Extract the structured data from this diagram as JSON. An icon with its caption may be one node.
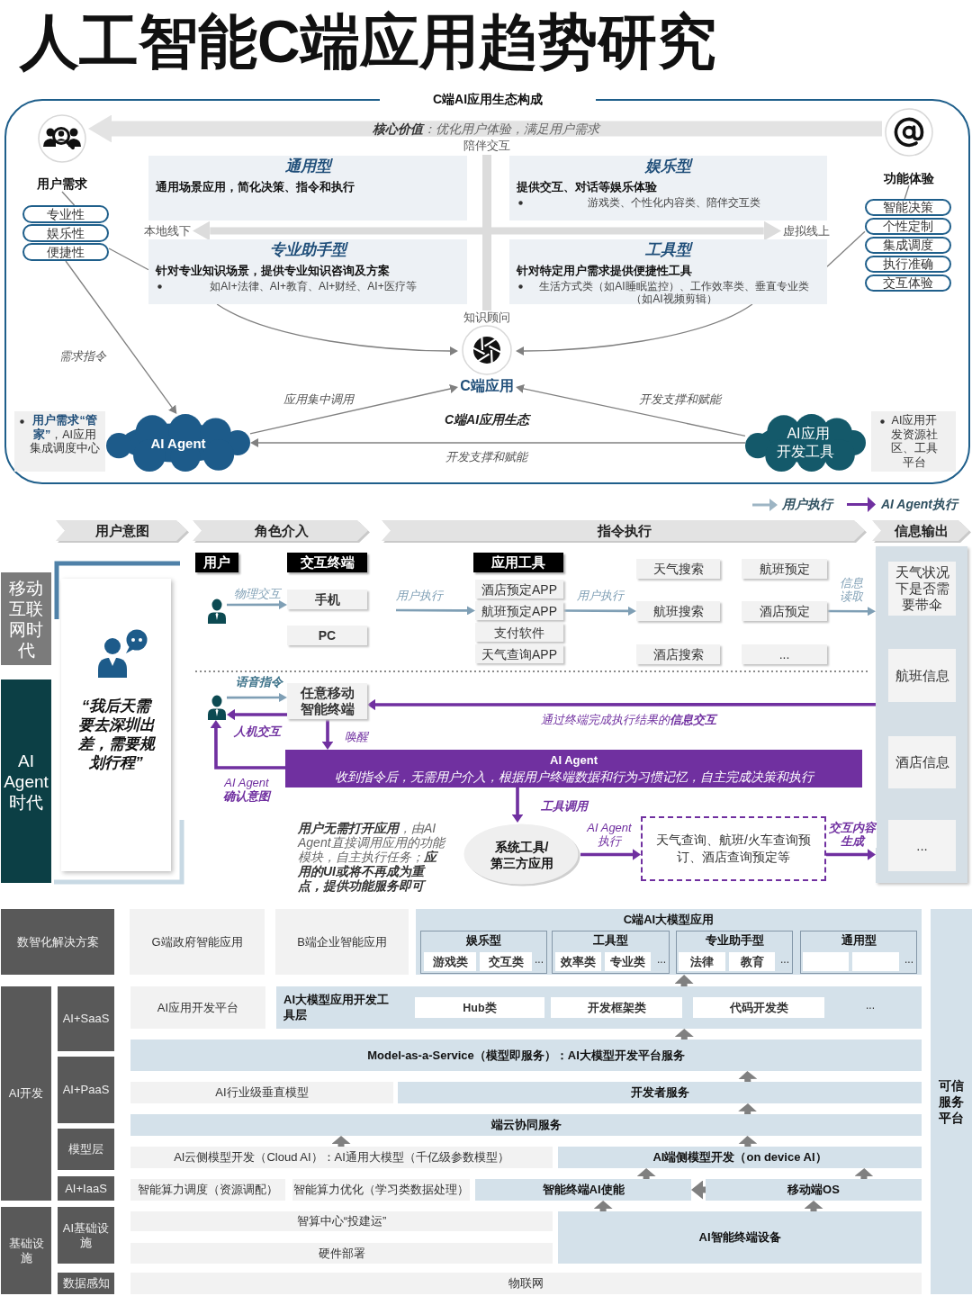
{
  "diagram": {
    "title": "人工智能C端应用趋势研究",
    "nodes": [
      {
        "text": [
          "C端AI应用生态构成"
        ]
      },
      {
        "text": [
          "用户需求"
        ],
        "in": 0
      },
      {
        "text": [
          "专业性"
        ],
        "in": 0
      },
      {
        "text": [
          "娱乐性"
        ],
        "in": 0
      },
      {
        "text": [
          "便捷性"
        ],
        "in": 0
      },
      {
        "text": [
          "功能体验"
        ],
        "in": 0
      },
      {
        "text": [
          "智能决策"
        ],
        "in": 0
      },
      {
        "text": [
          "个性定制"
        ],
        "in": 0
      },
      {
        "text": [
          "集成调度"
        ],
        "in": 0
      },
      {
        "text": [
          "执行准确"
        ],
        "in": 0
      },
      {
        "text": [
          "交互体验"
        ],
        "in": 0
      },
      {
        "text": [
          "通用型",
          "通用场景应用，简化决策、指令和执行"
        ],
        "in": 0
      },
      {
        "text": [
          "娱乐型",
          "提供交互、对话等娱乐体验",
          "游戏类、个性化内容类、陪伴交互类"
        ],
        "in": 0
      },
      {
        "text": [
          "专业助手型",
          "针对专业知识场景，提供专业知识咨询及方案",
          "如AI+法律、AI+教育、AI+财经、AI+医疗等"
        ],
        "in": 0
      },
      {
        "text": [
          "工具型",
          "针对特定用户需求提供便捷性工具",
          "生活方式类（如AI睡眠监控）、工作效率类、垂直专业类（如AI视频剪辑）"
        ],
        "in": 0
      },
      {
        "text": [
          "C端应用"
        ],
        "in": 0
      },
      {
        "text": [
          "**用户需求“管家”**，AI应用集成调度中心"
        ],
        "in": 0
      },
      {
        "text": [
          "AI Agent"
        ],
        "in": 0
      },
      {
        "text": [
          "AI应用开发工具"
        ],
        "in": 0
      },
      {
        "text": [
          "AI应用开发资源社区、工具平台"
        ],
        "in": 0
      },
      {
        "text": [
          "用户意图"
        ]
      },
      {
        "text": [
          "角色介入"
        ]
      },
      {
        "text": [
          "指令执行"
        ]
      },
      {
        "text": [
          "信息输出"
        ]
      },
      {
        "text": [
          "移动互联网时代"
        ]
      },
      {
        "text": [
          "AI Agent时代"
        ]
      },
      {
        "text": [
          "“我后天需要去深圳出差，需要规划行程”"
        ]
      },
      {
        "text": [
          "用户"
        ]
      },
      {
        "text": [
          "交互终端"
        ]
      },
      {
        "text": [
          "应用工具"
        ]
      },
      {
        "text": [],
        "shape": "person"
      },
      {
        "text": [
          "手机"
        ]
      },
      {
        "text": [
          "PC"
        ]
      },
      {
        "text": [
          "酒店预定APP"
        ]
      },
      {
        "text": [
          "航班预定APP"
        ]
      },
      {
        "text": [
          "支付软件"
        ]
      },
      {
        "text": [
          "天气查询APP"
        ]
      },
      {
        "text": [
          "天气搜索"
        ]
      },
      {
        "text": [
          "航班预定"
        ]
      },
      {
        "text": [
          "航班搜索"
        ]
      },
      {
        "text": [
          "酒店预定"
        ]
      },
      {
        "text": [
          "酒店搜索"
        ]
      },
      {
        "text": [
          "..."
        ]
      },
      {
        "text": [],
        "shape": "box"
      },
      {
        "text": [
          "天气状况下是否需要带伞"
        ],
        "in": 43
      },
      {
        "text": [
          "航班信息"
        ],
        "in": 43
      },
      {
        "text": [
          "酒店信息"
        ],
        "in": 43
      },
      {
        "text": [
          "..."
        ],
        "in": 43
      },
      {
        "text": [],
        "shape": "person"
      },
      {
        "text": [
          "任意移动智能终端"
        ]
      },
      {
        "text": [
          "AI Agent",
          "收到指令后，无需用户介入，根据用户终端数据和行为习惯记忆，自主完成决策和执行"
        ]
      },
      {
        "text": [
          "系统工具/第三方应用"
        ]
      },
      {
        "text": [
          "天气查询、航班/火车查询预订、酒店查询预定等"
        ]
      },
      {
        "text": [
          "数智化解决方案"
        ]
      },
      {
        "text": [
          "G端政府智能应用"
        ]
      },
      {
        "text": [
          "B端企业智能应用"
        ]
      },
      {
        "text": [
          "C端AI大模型应用"
        ]
      },
      {
        "text": [
          "娱乐型",
          "..."
        ],
        "in": 56
      },
      {
        "text": [
          "游戏类"
        ],
        "in": 57
      },
      {
        "text": [
          "交互类"
        ],
        "in": 57
      },
      {
        "text": [
          "工具型",
          "..."
        ],
        "in": 56
      },
      {
        "text": [
          "效率类"
        ],
        "in": 60
      },
      {
        "text": [
          "专业类"
        ],
        "in": 60
      },
      {
        "text": [
          "专业助手型",
          "..."
        ],
        "in": 56
      },
      {
        "text": [
          "法律"
        ],
        "in": 63
      },
      {
        "text": [
          "教育"
        ],
        "in": 63
      },
      {
        "text": [
          "通用型",
          "..."
        ],
        "in": 56
      },
      {
        "text": [],
        "shape": "box",
        "in": 66
      },
      {
        "text": [],
        "shape": "box",
        "in": 66
      },
      {
        "text": [
          "AI开发"
        ]
      },
      {
        "text": [
          "AI+SaaS"
        ]
      },
      {
        "text": [
          "AI应用开发平台"
        ]
      },
      {
        "text": [
          "AI大模型应用开发工具层",
          "..."
        ]
      },
      {
        "text": [
          "Hub类"
        ],
        "in": 72
      },
      {
        "text": [
          "开发框架类"
        ],
        "in": 72
      },
      {
        "text": [
          "代码开发类"
        ],
        "in": 72
      },
      {
        "text": [
          "可信服务平台"
        ]
      },
      {
        "text": [
          "AI+PaaS"
        ]
      },
      {
        "text": [
          "Model-as-a-Service（模型即服务）：AI大模型开发平台服务"
        ]
      },
      {
        "text": [
          "AI行业级垂直模型"
        ]
      },
      {
        "text": [
          "开发者服务"
        ]
      },
      {
        "text": [
          "端云协同服务"
        ]
      },
      {
        "text": [
          "模型层"
        ]
      },
      {
        "text": [
          "AI云侧模型开发（Cloud AI）：AI通用大模型（千亿级参数模型）"
        ]
      },
      {
        "text": [
          "AI端侧模型开发（on device AI）"
        ]
      },
      {
        "text": [
          "AI+IaaS"
        ]
      },
      {
        "text": [
          "智能算力调度（资源调配）"
        ]
      },
      {
        "text": [
          "智能算力优化（学习类数据处理）"
        ]
      },
      {
        "text": [
          "智能终端AI使能"
        ]
      },
      {
        "text": [
          "移动端OS"
        ]
      },
      {
        "text": [
          "基础设施"
        ]
      },
      {
        "text": [
          "AI基础设施"
        ]
      },
      {
        "text": [
          "智算中心“投建运”"
        ]
      },
      {
        "text": [
          "AI智能终端设备"
        ]
      },
      {
        "text": [
          "硬件部署"
        ]
      },
      {
        "text": [
          "数据感知"
        ]
      },
      {
        "text": [
          "物联网"
        ]
      },
      {
        "text": [
          "本地线下"
        ],
        "in": 0
      },
      {
        "text": [
          "虚拟线上"
        ],
        "in": 0
      }
    ],
    "edges": [
      {
        "from": 5,
        "to": 1,
        "arrow": "to",
        "label": "**核心价值**：优化用户体验，满足用户需求",
        "style": "thick",
        "color": "#e3e3e3"
      },
      {
        "from": 1,
        "to": 2,
        "arrow": "none"
      },
      {
        "from": 5,
        "to": 6,
        "arrow": "none"
      },
      {
        "from": 4,
        "to": 13,
        "arrow": "none"
      },
      {
        "from": 14,
        "to": 7,
        "arrow": "none"
      },
      {
        "from": 4,
        "to": 17,
        "arrow": "to",
        "label": "需求指令"
      },
      {
        "from": 13,
        "to": 15,
        "arrow": "to"
      },
      {
        "from": 14,
        "to": 15,
        "arrow": "to"
      },
      {
        "from": 17,
        "to": 15,
        "arrow": "to",
        "label": "应用集中调用"
      },
      {
        "from": 18,
        "to": 15,
        "arrow": "to",
        "label": "开发支撑和赋能"
      },
      {
        "from": 18,
        "to": 17,
        "arrow": "to",
        "label": "开发支撑和赋能"
      },
      {
        "from": 30,
        "to": 31,
        "arrow": "to",
        "label": "物理交互",
        "color": "#7f9fb5"
      },
      {
        "from": null,
        "to": 34,
        "arrow": "to",
        "label": "用户执行",
        "color": "#7f9fb5"
      },
      {
        "from": 34,
        "to": 39,
        "arrow": "to",
        "label": "用户执行",
        "color": "#7f9fb5"
      },
      {
        "from": 40,
        "to": 43,
        "arrow": "to",
        "label": "信息读取",
        "color": "#7f9fb5"
      },
      {
        "from": 48,
        "to": 49,
        "arrow": "to",
        "label": "语音指令",
        "color": "#7f9fb5"
      },
      {
        "from": 49,
        "to": 48,
        "arrow": "to",
        "label": "人机交互",
        "color": "#7030a0"
      },
      {
        "from": 43,
        "to": 49,
        "arrow": "to",
        "label": "通过终端完成执行结果的**信息交互**",
        "color": "#7030a0"
      },
      {
        "from": 49,
        "to": 50,
        "arrow": "to",
        "label": "唤醒",
        "color": "#7030a0"
      },
      {
        "from": 50,
        "to": 48,
        "arrow": "to",
        "label": "AI Agent**确认意图**",
        "color": "#7030a0"
      },
      {
        "from": 50,
        "to": 51,
        "arrow": "to",
        "label": "工具调用",
        "color": "#7030a0"
      },
      {
        "from": 51,
        "to": 52,
        "arrow": "to",
        "label": "AI Agent执行",
        "color": "#7030a0"
      },
      {
        "from": 52,
        "to": 43,
        "arrow": "to",
        "label": "交互内容生成",
        "color": "#7030a0"
      },
      {
        "from": 72,
        "to": 56,
        "arrow": "to",
        "style": "thick"
      },
      {
        "from": 78,
        "to": 72,
        "arrow": "to",
        "style": "thick"
      },
      {
        "from": 80,
        "to": 78,
        "arrow": "to",
        "style": "thick"
      },
      {
        "from": 81,
        "to": 80,
        "arrow": "to",
        "style": "thick"
      },
      {
        "from": 83,
        "to": 81,
        "arrow": "to",
        "style": "thick"
      },
      {
        "from": 84,
        "to": 81,
        "arrow": "to",
        "style": "thick"
      },
      {
        "from": 88,
        "to": 84,
        "arrow": "to",
        "style": "thick"
      },
      {
        "from": 89,
        "to": 84,
        "arrow": "to",
        "style": "thick"
      },
      {
        "from": 89,
        "to": 88,
        "arrow": "to",
        "style": "thick"
      },
      {
        "from": 93,
        "to": 88,
        "arrow": "to",
        "style": "thick"
      },
      {
        "from": 93,
        "to": 89,
        "arrow": "to",
        "style": "thick"
      },
      {
        "from": 97,
        "to": 98,
        "arrow": "both",
        "style": "thick",
        "color": "#dcdcdc"
      }
    ],
    "labels": [
      "陪伴交互",
      "知识顾问",
      "C端AI应用生态",
      "**用户无需打开应用**，由AI Agent直接调用应用的功能模块，自主执行任务；**应用的UI或将不再成为重点，提供功能服务即可**"
    ],
    "legend": [
      {
        "text": "用户执行"
      },
      {
        "text": "AI Agent执行"
      }
    ]
  }
}
